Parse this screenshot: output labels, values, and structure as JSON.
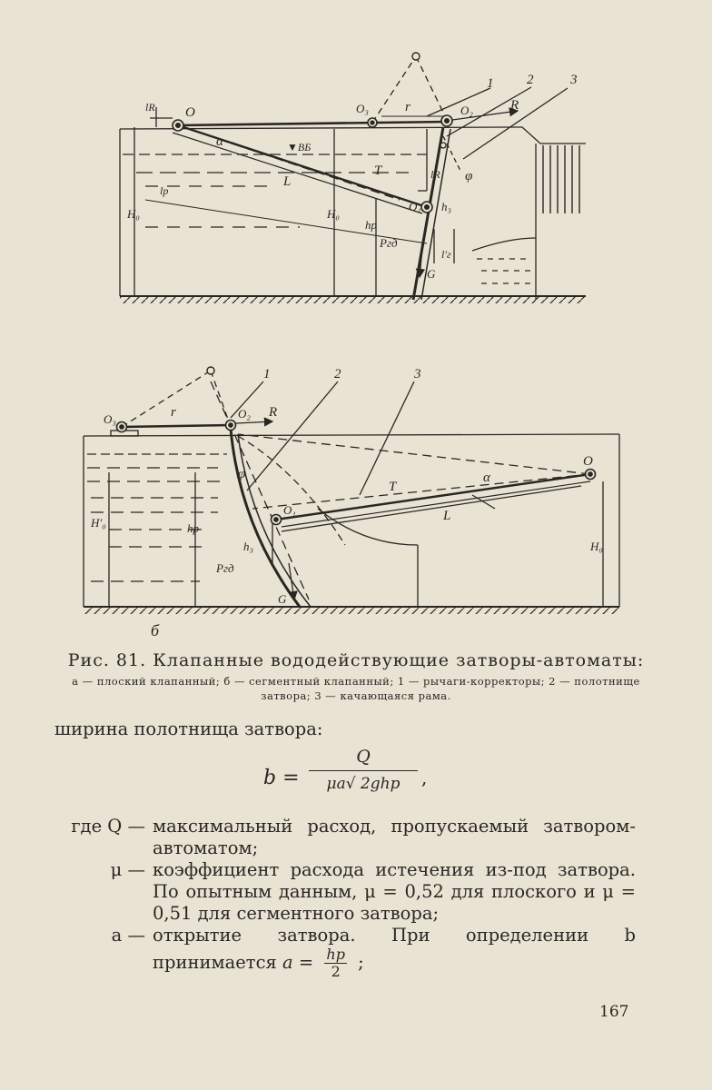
{
  "figure": {
    "top_labels": {
      "O": "O",
      "O1": "O₁",
      "O2": "O₂",
      "O3": "O₃",
      "r": "r",
      "R": "R",
      "alpha": "α",
      "VB": "▼ВБ",
      "L": "L",
      "T": "T",
      "lR": "lR",
      "lp": "lp",
      "H0": "H₀",
      "H0b": "H₀",
      "hp": "hр",
      "Prd": "Pгд",
      "h3": "h₃",
      "phi": "φ",
      "lr": "l′г",
      "G": "G",
      "n1": "1",
      "n2": "2",
      "n3": "3"
    },
    "bottom_labels": {
      "O3": "O₃",
      "r": "r",
      "O2": "O₂",
      "R": "R",
      "n1": "1",
      "n2": "2",
      "n3": "3",
      "O": "O",
      "alpha": "α",
      "T": "T",
      "L": "L",
      "O1": "O₁",
      "phi": "φ",
      "H0prime": "H′₀",
      "hp": "hр",
      "h3": "h₃",
      "Prd": "Pгд",
      "G": "G",
      "H0": "H₀",
      "sub": "б"
    }
  },
  "caption": {
    "title": "Рис. 81. Клапанные вододействующие затворы-автоматы:",
    "legend": "а — плоский клапанный; б — сегментный клапанный; 1 — рычаги-корректоры; 2 — полотнище затвора; 3 — качающаяся рама."
  },
  "body": {
    "intro": "ширина полотнища затвора:",
    "formula": {
      "lhs": "b =",
      "numerator": "Q",
      "denominator": "μa√ 2ghр",
      "tail": ","
    },
    "definitions": [
      {
        "term": "где Q —",
        "text": "максимальный расход, пропускаемый затвором-автоматом;"
      },
      {
        "term": "μ —",
        "text": "коэффициент расхода истечения из-под затвора. По опытным данным, μ = 0,52 для плоского и μ = 0,51 для сегментного затвора;"
      },
      {
        "term": "a —",
        "text": "открытие затвора. При определении b принимается"
      }
    ],
    "last_formula": {
      "lhs": "a =",
      "numerator": "hр",
      "denominator": "2",
      "tail": ";"
    }
  },
  "page_number": "167"
}
